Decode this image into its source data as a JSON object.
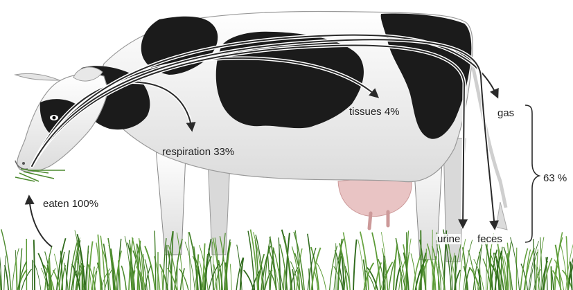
{
  "labels": {
    "eaten": "eaten 100%",
    "respiration": "respiration 33%",
    "tissues": "tissues 4%",
    "gas": "gas",
    "urine": "urine",
    "feces": "feces",
    "total": "63 %"
  },
  "colors": {
    "cow_white": "#f4f4f2",
    "cow_black": "#1b1b1b",
    "udder_pink": "#e9c4c4",
    "grass_green": "#4c8a2e",
    "arrow": "#2a2a2a"
  }
}
